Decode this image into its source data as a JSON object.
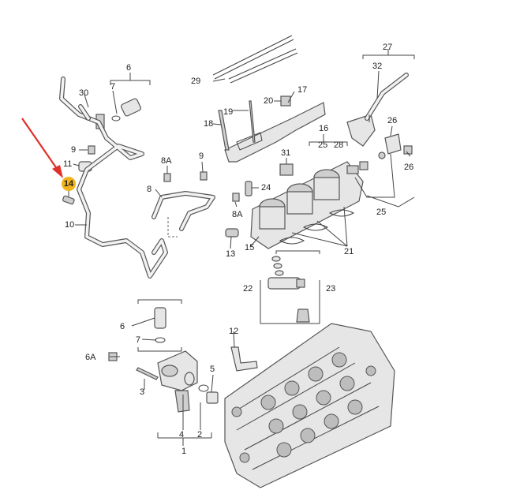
{
  "diagram": {
    "highlight_color": "#f2b31a",
    "arrow_color": "#e0302a",
    "highlighted_part": "14",
    "labels": {
      "l1": "1",
      "l2": "2",
      "l3": "3",
      "l4": "4",
      "l5": "5",
      "l6top": "6",
      "l6mid": "6",
      "l6a": "6A",
      "l7top": "7",
      "l7mid": "7",
      "l8": "8",
      "l8a_top": "8A",
      "l8a_bot": "8A",
      "l9a": "9",
      "l9b": "9",
      "l10": "10",
      "l11": "11",
      "l12": "12",
      "l13": "13",
      "l14": "14",
      "l15": "15",
      "l16": "16",
      "l17": "17",
      "l18": "18",
      "l19": "19",
      "l20": "20",
      "l21": "21",
      "l22": "22",
      "l23": "23",
      "l24": "24",
      "l25a": "25",
      "l25b": "25",
      "l26a": "26",
      "l26b": "26",
      "l27": "27",
      "l28": "28",
      "l29": "29",
      "l30": "30",
      "l31": "31",
      "l32": "32"
    }
  }
}
